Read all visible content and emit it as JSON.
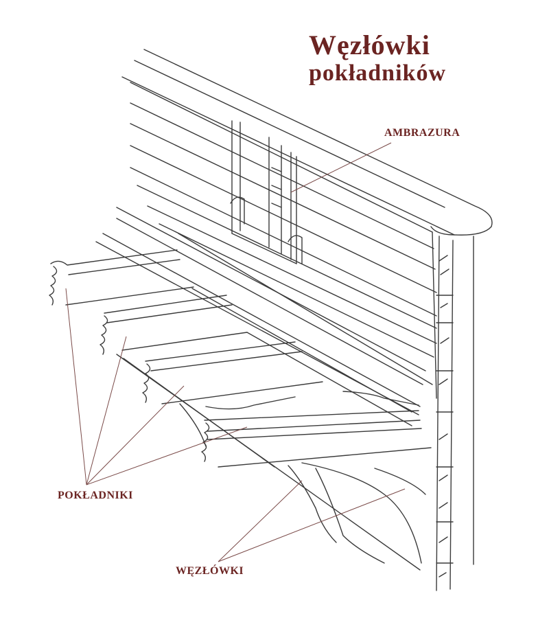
{
  "title": {
    "line1": "Węzłówki",
    "line2": "pokładników"
  },
  "labels": {
    "ambrazura": "AMBRAZURA",
    "pokladniki": "POKŁADNIKI",
    "wezlowki": "WĘZŁÓWKI"
  },
  "colors": {
    "accent": "#6b2422",
    "ink": "#3a3a3a",
    "leader": "#7a4a48"
  }
}
